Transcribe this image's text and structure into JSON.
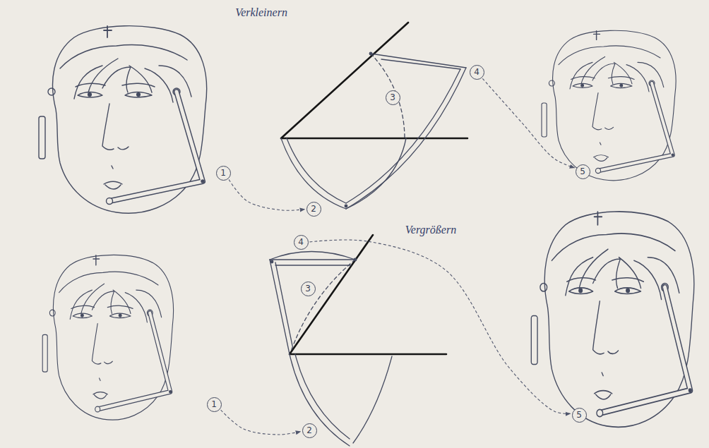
{
  "diagram": {
    "nodes": [
      {
        "text": [
          "1"
        ]
      },
      {
        "text": [
          "2"
        ]
      },
      {
        "text": [
          "3"
        ]
      },
      {
        "text": [
          "4"
        ]
      },
      {
        "text": [
          "5"
        ]
      },
      {
        "text": [
          "1"
        ]
      },
      {
        "text": [
          "2"
        ]
      },
      {
        "text": [
          "3"
        ]
      },
      {
        "text": [
          "4"
        ]
      },
      {
        "text": [
          "5"
        ]
      }
    ],
    "edges": [
      {
        "from": 0,
        "to": 1,
        "arrow": "to"
      },
      {
        "from": 3,
        "to": 4,
        "arrow": "to"
      },
      {
        "from": 5,
        "to": 6,
        "arrow": "to"
      },
      {
        "from": 8,
        "to": 9,
        "arrow": "to"
      }
    ],
    "labels": [
      "Verkleinern",
      "Vergrößern"
    ]
  }
}
